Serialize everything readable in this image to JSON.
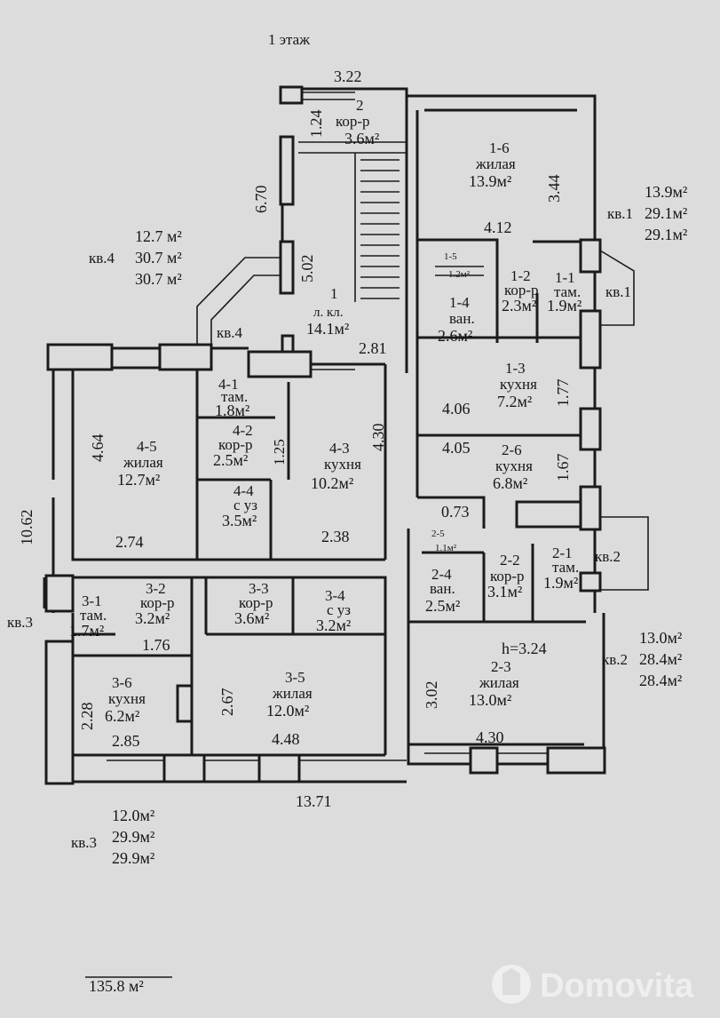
{
  "floor_title": "1 этаж",
  "total_area": "135.8 м²",
  "watermark": "Domovita",
  "dimensions": {
    "top": "3.22",
    "bottom": "13.71",
    "left": "10.62",
    "d670": "6.70",
    "d502": "5.02",
    "d124": "1.24",
    "d344": "3.44",
    "d412": "4.12",
    "d281": "2.81",
    "d177": "1.77",
    "d406": "4.06",
    "d405": "4.05",
    "d167": "1.67",
    "d073": "0.73",
    "d464": "4.64",
    "d430": "4.30",
    "d125": "1.25",
    "d274": "2.74",
    "d238": "2.38",
    "d176": "1.76",
    "d228": "2.28",
    "d285": "2.85",
    "d267": "2.67",
    "d448": "4.48",
    "d302": "3.02",
    "d430b": "4.30",
    "h324": "h=3.24"
  },
  "rooms": {
    "r2": {
      "num": "2",
      "name": "кор-р",
      "area": "3.6м²"
    },
    "r1": {
      "num": "1",
      "name": "л. кл.",
      "area": "14.1м²"
    },
    "r16": {
      "num": "1-6",
      "name": "жилая",
      "area": "13.9м²"
    },
    "r15": {
      "num": "1-5",
      "name": "",
      "area": "1.2м²"
    },
    "r12": {
      "num": "1-2",
      "name": "кор-р",
      "area": "2.3м²"
    },
    "r11": {
      "num": "1-1",
      "name": "там.",
      "area": "1.9м²"
    },
    "r14": {
      "num": "1-4",
      "name": "ван.",
      "area": "2.6м²"
    },
    "r13": {
      "num": "1-3",
      "name": "кухня",
      "area": "7.2м²"
    },
    "r26": {
      "num": "2-6",
      "name": "кухня",
      "area": "6.8м²"
    },
    "r25": {
      "num": "2-5",
      "name": "",
      "area": "1.1м²"
    },
    "r24": {
      "num": "2-4",
      "name": "ван.",
      "area": "2.5м²"
    },
    "r22": {
      "num": "2-2",
      "name": "кор-р",
      "area": "3.1м²"
    },
    "r21": {
      "num": "2-1",
      "name": "там.",
      "area": "1.9м²"
    },
    "r23": {
      "num": "2-3",
      "name": "жилая",
      "area": "13.0м²"
    },
    "r41": {
      "num": "4-1",
      "name": "там.",
      "area": "1.8м²"
    },
    "r42": {
      "num": "4-2",
      "name": "кор-р",
      "area": "2.5м²"
    },
    "r45": {
      "num": "4-5",
      "name": "жилая",
      "area": "12.7м²"
    },
    "r43": {
      "num": "4-3",
      "name": "кухня",
      "area": "10.2м²"
    },
    "r44": {
      "num": "4-4",
      "name": "с уз",
      "area": "3.5м²"
    },
    "r31": {
      "num": "3-1",
      "name": "там.",
      "area": "1.7м²"
    },
    "r32": {
      "num": "3-2",
      "name": "кор-р",
      "area": "3.2м²"
    },
    "r33": {
      "num": "3-3",
      "name": "кор-р",
      "area": "3.6м²"
    },
    "r34": {
      "num": "3-4",
      "name": "с уз",
      "area": "3.2м²"
    },
    "r36": {
      "num": "3-6",
      "name": "кухня",
      "area": "6.2м²"
    },
    "r35": {
      "num": "3-5",
      "name": "жилая",
      "area": "12.0м²"
    }
  },
  "apartments": {
    "kv1": {
      "label": "кв.1",
      "a1": "13.9м²",
      "a2": "29.1м²",
      "a3": "29.1м²"
    },
    "kv2": {
      "label": "кв.2",
      "a1": "13.0м²",
      "a2": "28.4м²",
      "a3": "28.4м²"
    },
    "kv3": {
      "label": "кв.3",
      "a1": "12.0м²",
      "a2": "29.9м²",
      "a3": "29.9м²"
    },
    "kv4": {
      "label": "кв.4",
      "a1": "12.7 м²",
      "a2": "30.7 м²",
      "a3": "30.7 м²"
    }
  },
  "entry_labels": {
    "kv1": "кв.1",
    "kv2": "кв.2",
    "kv3": "кв.3",
    "kv4": "кв.4"
  }
}
